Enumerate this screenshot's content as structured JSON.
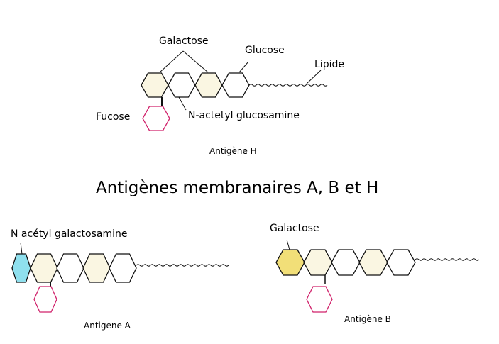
{
  "title": "Antigènes membranaires A, B et H",
  "antigen_h": {
    "caption": "Antigène H",
    "labels": {
      "galactose": "Galactose",
      "glucose": "Glucose",
      "lipide": "Lipide",
      "fucose": "Fucose",
      "n_acetyl_glucosamine": "N-actetyl glucosamine"
    }
  },
  "antigen_a": {
    "caption": "Antigene A",
    "labels": {
      "n_acetyl_galactosamine": "N acétyl galactosamine"
    }
  },
  "antigen_b": {
    "caption": "Antigène B",
    "labels": {
      "galactose": "Galactose"
    }
  },
  "colors": {
    "outline": "#111111",
    "fucose": "#d0206a",
    "galactose_tint": "#faf6e2",
    "n_acetyl_galactosamine": "#8fe0ee",
    "galactose_b": "#f2df78"
  }
}
